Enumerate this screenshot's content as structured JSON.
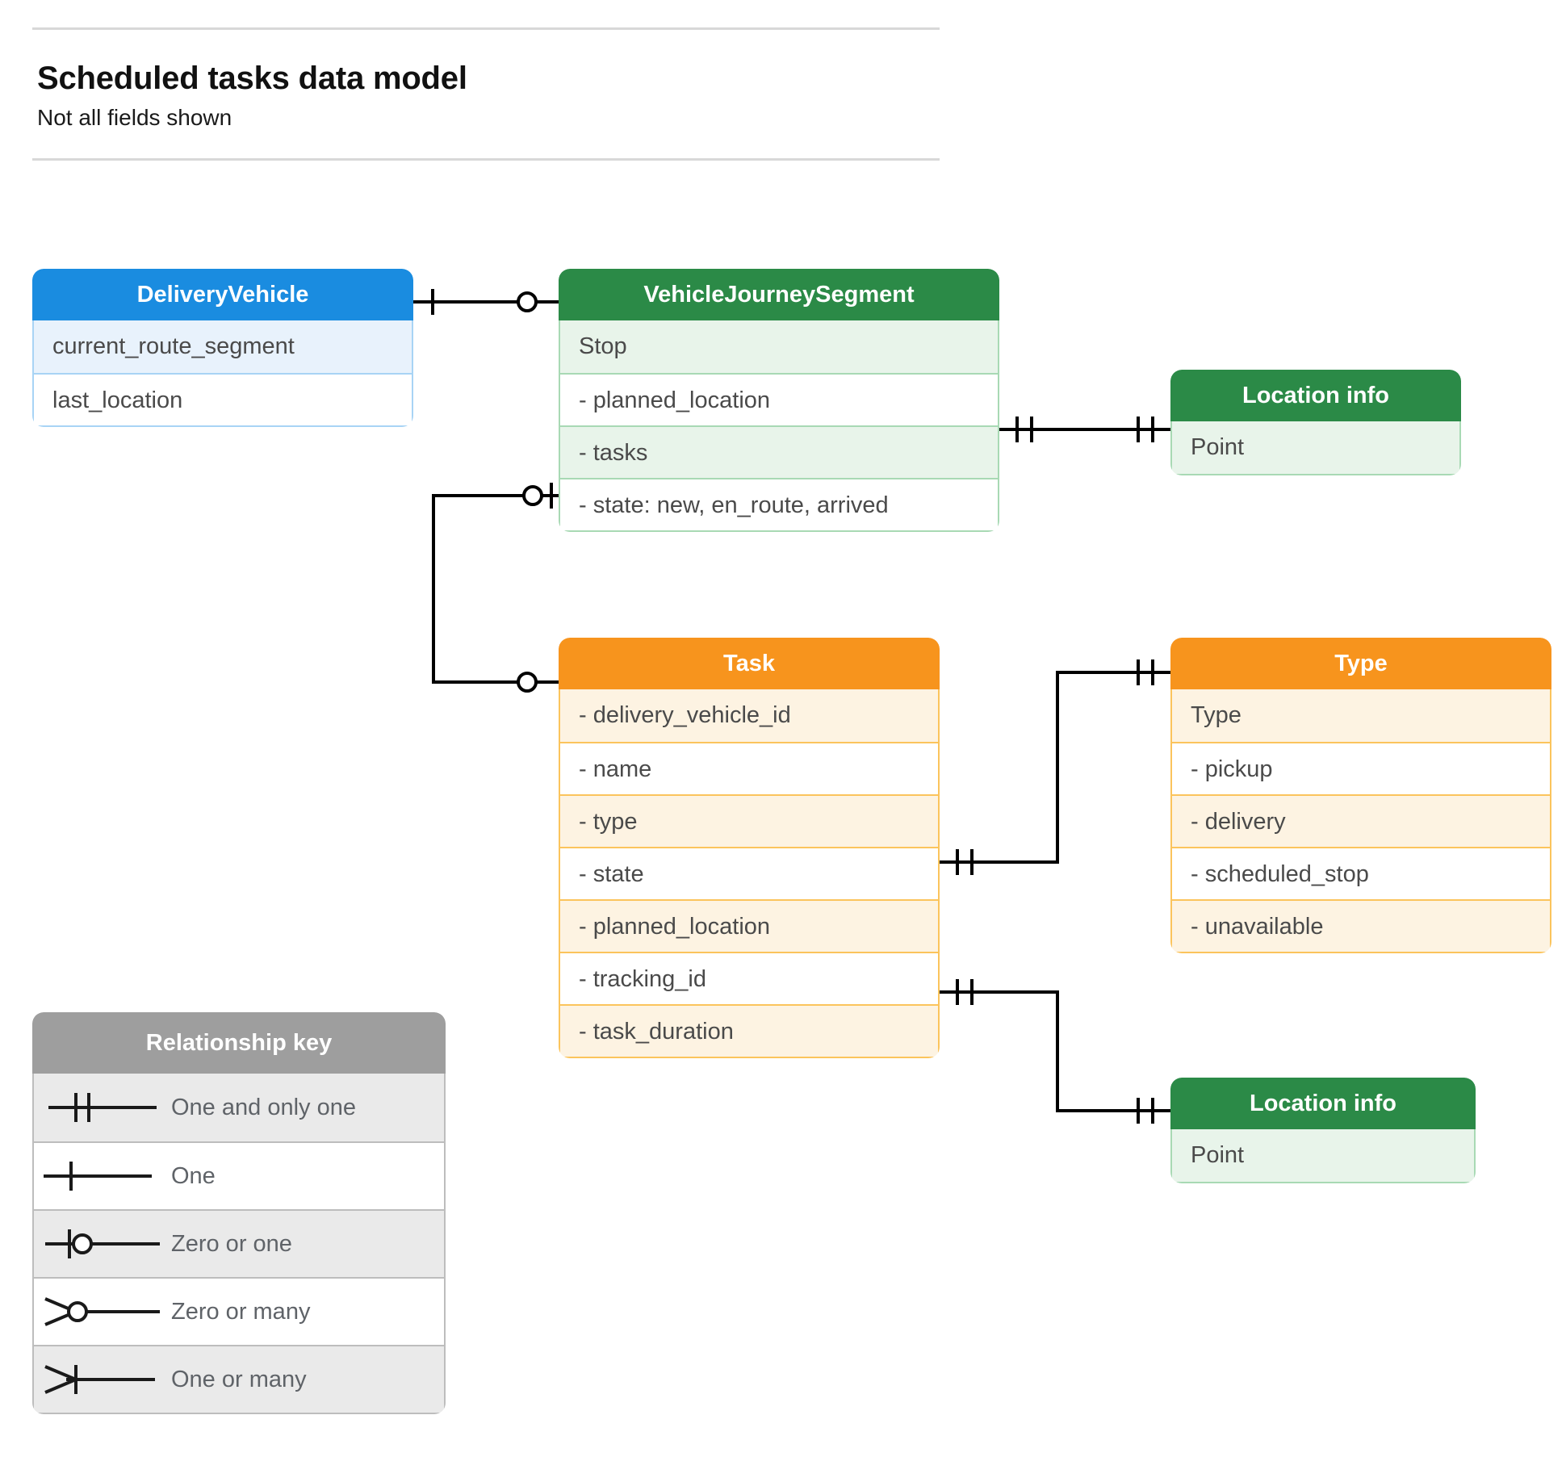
{
  "header": {
    "title": "Scheduled tasks data model",
    "subtitle": "Not all fields shown"
  },
  "colors": {
    "blue_header": "#1a8ce0",
    "blue_row": "#e8f2fc",
    "blue_border": "#a8d4f5",
    "green_header": "#2b8a47",
    "green_row": "#e8f4ea",
    "green_border": "#a8d9b4",
    "orange_header": "#f7941d",
    "orange_row": "#fdf3e2",
    "orange_border": "#fbc45c",
    "grey_header": "#9e9e9e",
    "grey_row": "#eaeaea",
    "grey_border": "#bdbdbd",
    "connector": "#000000",
    "text": "#4a4a4a"
  },
  "entities": {
    "delivery_vehicle": {
      "title": "DeliveryVehicle",
      "rows": [
        "current_route_segment",
        "last_location"
      ]
    },
    "journey_segment": {
      "title": "VehicleJourneySegment",
      "rows": [
        "Stop",
        "-  planned_location",
        "- tasks",
        "- state: new, en_route, arrived"
      ]
    },
    "location_top": {
      "title": "Location info",
      "rows": [
        "Point"
      ]
    },
    "task": {
      "title": "Task",
      "rows": [
        "- delivery_vehicle_id",
        "- name",
        "- type",
        "- state",
        "- planned_location",
        "- tracking_id",
        "- task_duration"
      ]
    },
    "type": {
      "title": "Type",
      "rows": [
        "Type",
        "-   pickup",
        "-   delivery",
        "-   scheduled_stop",
        "-   unavailable"
      ]
    },
    "location_bottom": {
      "title": "Location info",
      "rows": [
        "Point"
      ]
    }
  },
  "relationship_key": {
    "title": "Relationship key",
    "items": [
      {
        "symbol": "one-and-only-one",
        "label": "One and only one"
      },
      {
        "symbol": "one",
        "label": "One"
      },
      {
        "symbol": "zero-or-one",
        "label": "Zero or one"
      },
      {
        "symbol": "zero-or-many",
        "label": "Zero or many"
      },
      {
        "symbol": "one-or-many",
        "label": "One or many"
      }
    ]
  },
  "relationships": [
    {
      "from": "delivery_vehicle",
      "from_notation": "one",
      "to": "journey_segment",
      "to_notation": "zero-or-many"
    },
    {
      "from": "journey_segment",
      "from_notation": "zero-or-one",
      "to": "task",
      "to_notation": "zero-or-many"
    },
    {
      "from": "journey_segment.planned_location",
      "from_notation": "one-and-only-one",
      "to": "location_top",
      "to_notation": "one-and-only-one"
    },
    {
      "from": "task.type",
      "from_notation": "one-and-only-one",
      "to": "type",
      "to_notation": "one-and-only-one"
    },
    {
      "from": "task.planned_location",
      "from_notation": "one-and-only-one",
      "to": "location_bottom",
      "to_notation": "one-and-only-one"
    }
  ]
}
